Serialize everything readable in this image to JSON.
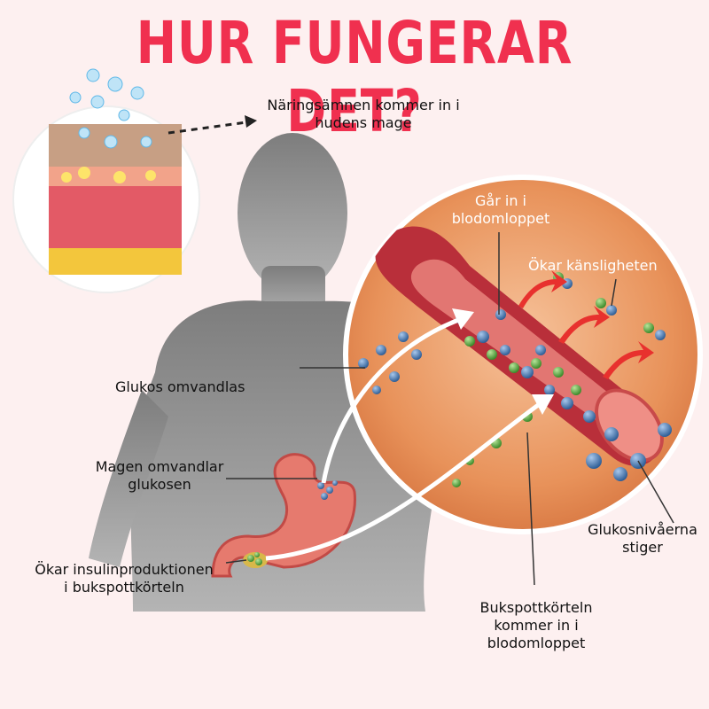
{
  "title": "HUR FUNGERAR DET?",
  "labels": {
    "skin": "Näringsämnen kommer in i",
    "skin_line2": "hudens mage",
    "blood_enter": "Går in i",
    "blood_enter_line2": "blodomloppet",
    "sensitivity": "Ökar känsligheten",
    "glucose_converted": "Glukos omvandlas",
    "stomach": "Magen omvandlar",
    "stomach_line2": "glukosen",
    "insulin": "Ökar insulinproduktionen",
    "insulin_line2": "i bukspottkörteln",
    "glucose_levels": "Glukosnivåerna",
    "glucose_levels_line2": "stiger",
    "pancreas": "Bukspottkörteln",
    "pancreas_line2": "kommer in i",
    "pancreas_line3": "blodomloppet"
  },
  "colors": {
    "title": "#f0304f",
    "background": "#fdf0f0",
    "silhouette": "#8e8e8e",
    "circle_bg": "#e9935a",
    "vessel": "#c23a3a",
    "blue_particle": "#3b6fa8",
    "green_particle": "#4ea33a"
  }
}
